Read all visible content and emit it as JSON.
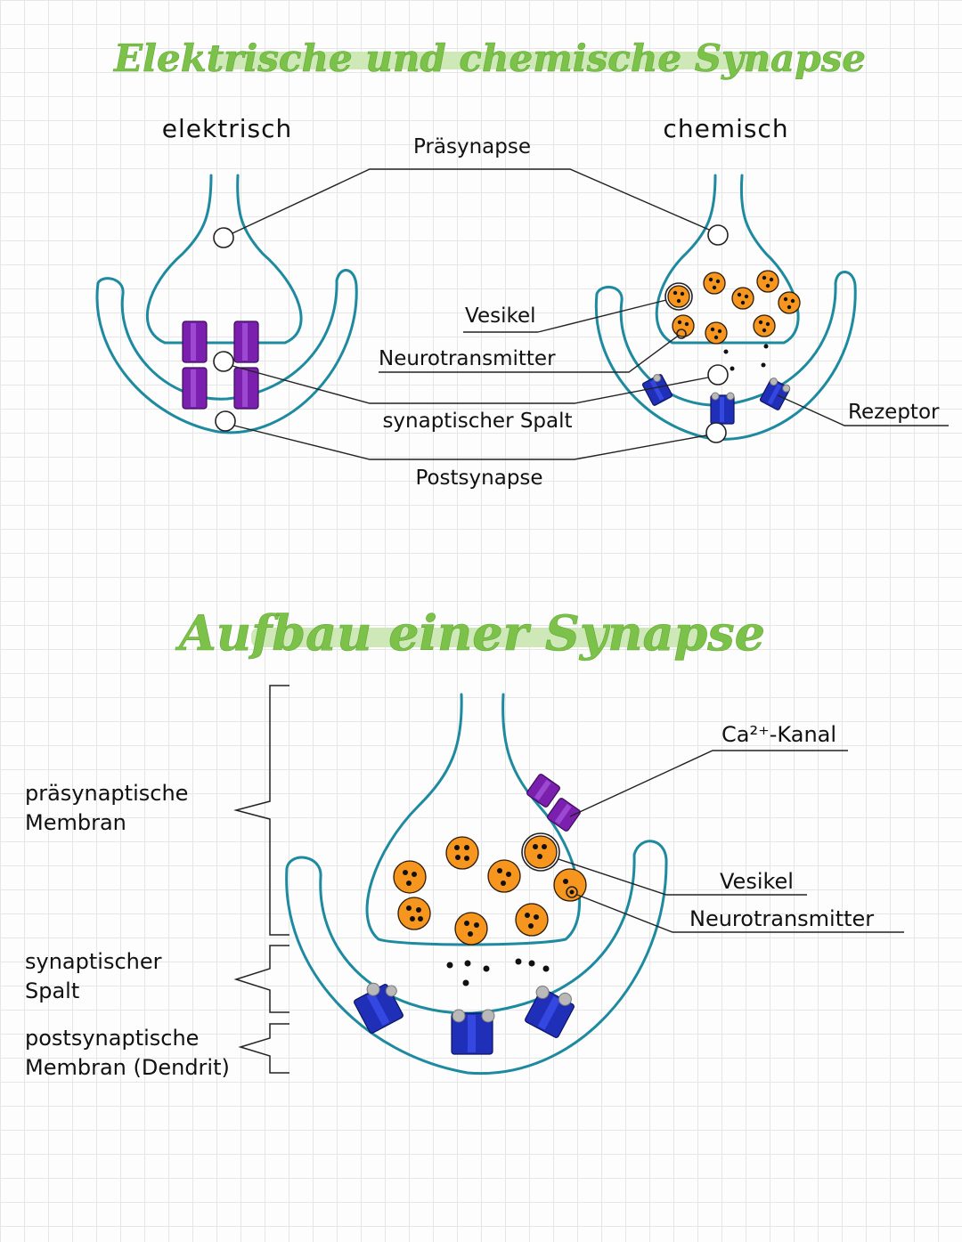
{
  "top": {
    "title": "Elektrische und chemische Synapse",
    "left_heading": "elektrisch",
    "right_heading": "chemisch",
    "labels": {
      "praesynapse": "Präsynapse",
      "vesikel": "Vesikel",
      "neurotransmitter": "Neurotransmitter",
      "synaptischer_spalt": "synaptischer Spalt",
      "postsynapse": "Postsynapse",
      "rezeptor": "Rezeptor"
    }
  },
  "bottom": {
    "title": "Aufbau einer Synapse",
    "left_labels": {
      "praesynaptische_1": "präsynaptische",
      "praesynaptische_2": "Membran",
      "spalt_1": "synaptischer",
      "spalt_2": "Spalt",
      "post_1": "postsynaptische",
      "post_2": "Membran (Dendrit)"
    },
    "right_labels": {
      "ca_kanal": "Ca²⁺-Kanal",
      "vesikel": "Vesikel",
      "neurotransmitter": "Neurotransmitter"
    }
  },
  "colors": {
    "membrane": "#1e8aa0",
    "vesicle": "#f7961f",
    "gap_junction": "#7b1fae",
    "receptor": "#1f2fb8",
    "title": "#7cc24a"
  }
}
